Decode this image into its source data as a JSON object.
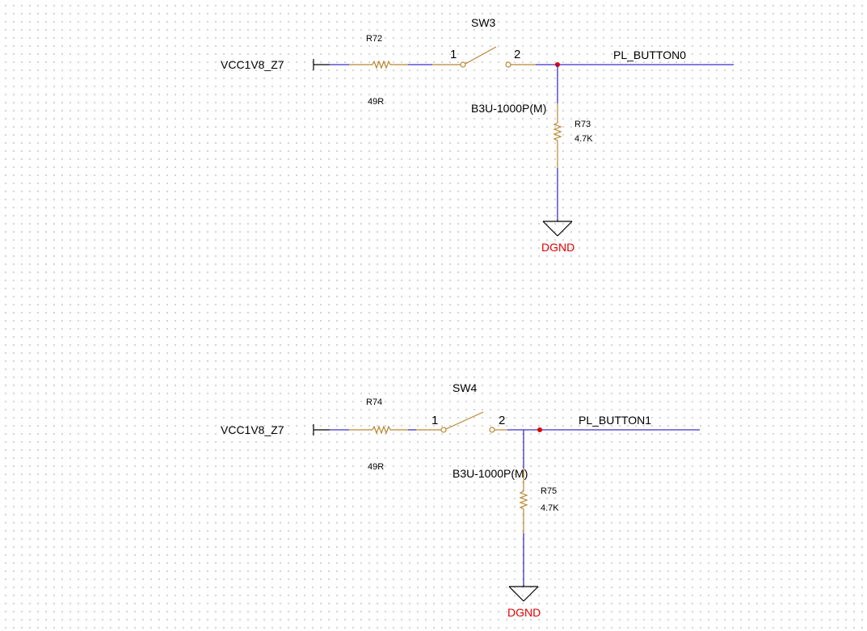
{
  "colors": {
    "wire": "#3b2fc9",
    "component": "#b8862e",
    "junction": "#e00000",
    "ground_label": "#e00000",
    "text": "#000000",
    "grid_dot": "#c8c8c8"
  },
  "circuits": [
    {
      "power": "VCC1V8_Z7",
      "resistor": {
        "ref": "R72",
        "value": "49R"
      },
      "switch": {
        "ref": "SW3",
        "part": "B3U-1000P(M)",
        "pin1": "1",
        "pin2": "2"
      },
      "net": "PL_BUTTON0",
      "pulldown": {
        "ref": "R73",
        "value": "4.7K"
      },
      "ground": "DGND"
    },
    {
      "power": "VCC1V8_Z7",
      "resistor": {
        "ref": "R74",
        "value": "49R"
      },
      "switch": {
        "ref": "SW4",
        "part": "B3U-1000P(M)",
        "pin1": "1",
        "pin2": "2"
      },
      "net": "PL_BUTTON1",
      "pulldown": {
        "ref": "R75",
        "value": "4.7K"
      },
      "ground": "DGND"
    }
  ]
}
